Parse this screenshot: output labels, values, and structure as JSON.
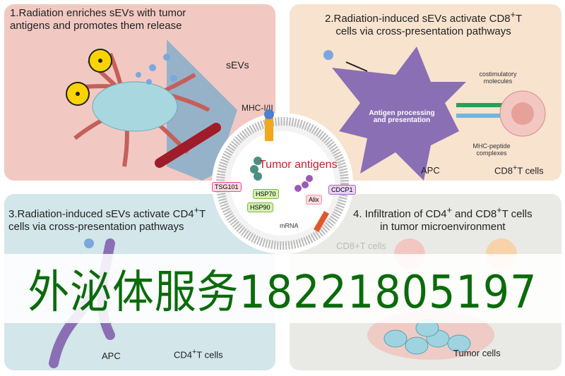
{
  "panels": [
    {
      "title_l1": "1.Radiation enriches sEVs with tumor",
      "title_l2": "antigens and promotes them release",
      "labels": {
        "sevs": "sEVs",
        "mhc": "MHC-I/II"
      }
    },
    {
      "title_l1": "2.Radiation-induced sEVs activate CD8",
      "title_sup": "+",
      "title_l1b": "T",
      "title_l2": "cells via cross-presentation pathways",
      "labels": {
        "costim": "costimulatory molecules",
        "antigen": "Antigen processing and presentation",
        "mhcpep": "MHC-peptide complexes",
        "apc": "APC",
        "tcell": "CD8",
        "tcell_sup": "+",
        "tcell_tail": "T cells"
      }
    },
    {
      "title_l1": "3.Radiation-induced sEVs activate CD4",
      "title_sup": "+",
      "title_l1b": "T",
      "title_l2": "cells via cross-presentation pathways",
      "labels": {
        "apc": "APC",
        "tcell": "CD4",
        "tcell_sup": "+",
        "tcell_tail": "T cells"
      }
    },
    {
      "title_l1": "4. Infiltration of CD4",
      "title_sup": "+",
      "title_mid": " and CD8",
      "title_sup2": "+",
      "title_l1b": "T cells",
      "title_l2": "in tumor microenvironment",
      "labels": {
        "cd8": "CD8+T cells",
        "tumor": "Tumor cells"
      }
    }
  ],
  "vesicle": {
    "title": "Tumor antigens",
    "tags": [
      "TSG101",
      "HSP70",
      "HSP90",
      "Alix",
      "CDCP1",
      "mRNA"
    ]
  },
  "watermark": "外泌体服务18221805197",
  "colors": {
    "panel1": "#f1c9c2",
    "panel2": "#f8e3cf",
    "panel3": "#d3e6ea",
    "panel4": "#e9eae5",
    "watermark": "#0a6b0a",
    "antigen_title": "#c8202c"
  }
}
